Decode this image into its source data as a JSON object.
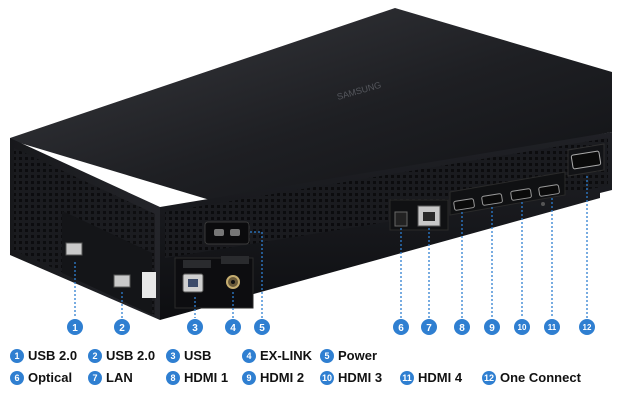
{
  "device": {
    "brand_text": "SAMSUNG",
    "colors": {
      "body": "#1b1c1f",
      "top": "#2a2b2f",
      "accent_blue": "#2f7fd1",
      "dot": "#2f7fd1"
    }
  },
  "callouts": [
    "1",
    "2",
    "3",
    "4",
    "5",
    "6",
    "7",
    "8",
    "9",
    "10",
    "11",
    "12"
  ],
  "legend": [
    {
      "num": "1",
      "label": "USB 2.0"
    },
    {
      "num": "2",
      "label": "USB 2.0"
    },
    {
      "num": "3",
      "label": "USB"
    },
    {
      "num": "4",
      "label": "EX-LINK"
    },
    {
      "num": "5",
      "label": "Power"
    },
    {
      "num": "6",
      "label": "Optical"
    },
    {
      "num": "7",
      "label": "LAN"
    },
    {
      "num": "8",
      "label": "HDMI 1"
    },
    {
      "num": "9",
      "label": "HDMI 2"
    },
    {
      "num": "10",
      "label": "HDMI 3"
    },
    {
      "num": "11",
      "label": "HDMI 4"
    },
    {
      "num": "12",
      "label": "One Connect"
    }
  ]
}
